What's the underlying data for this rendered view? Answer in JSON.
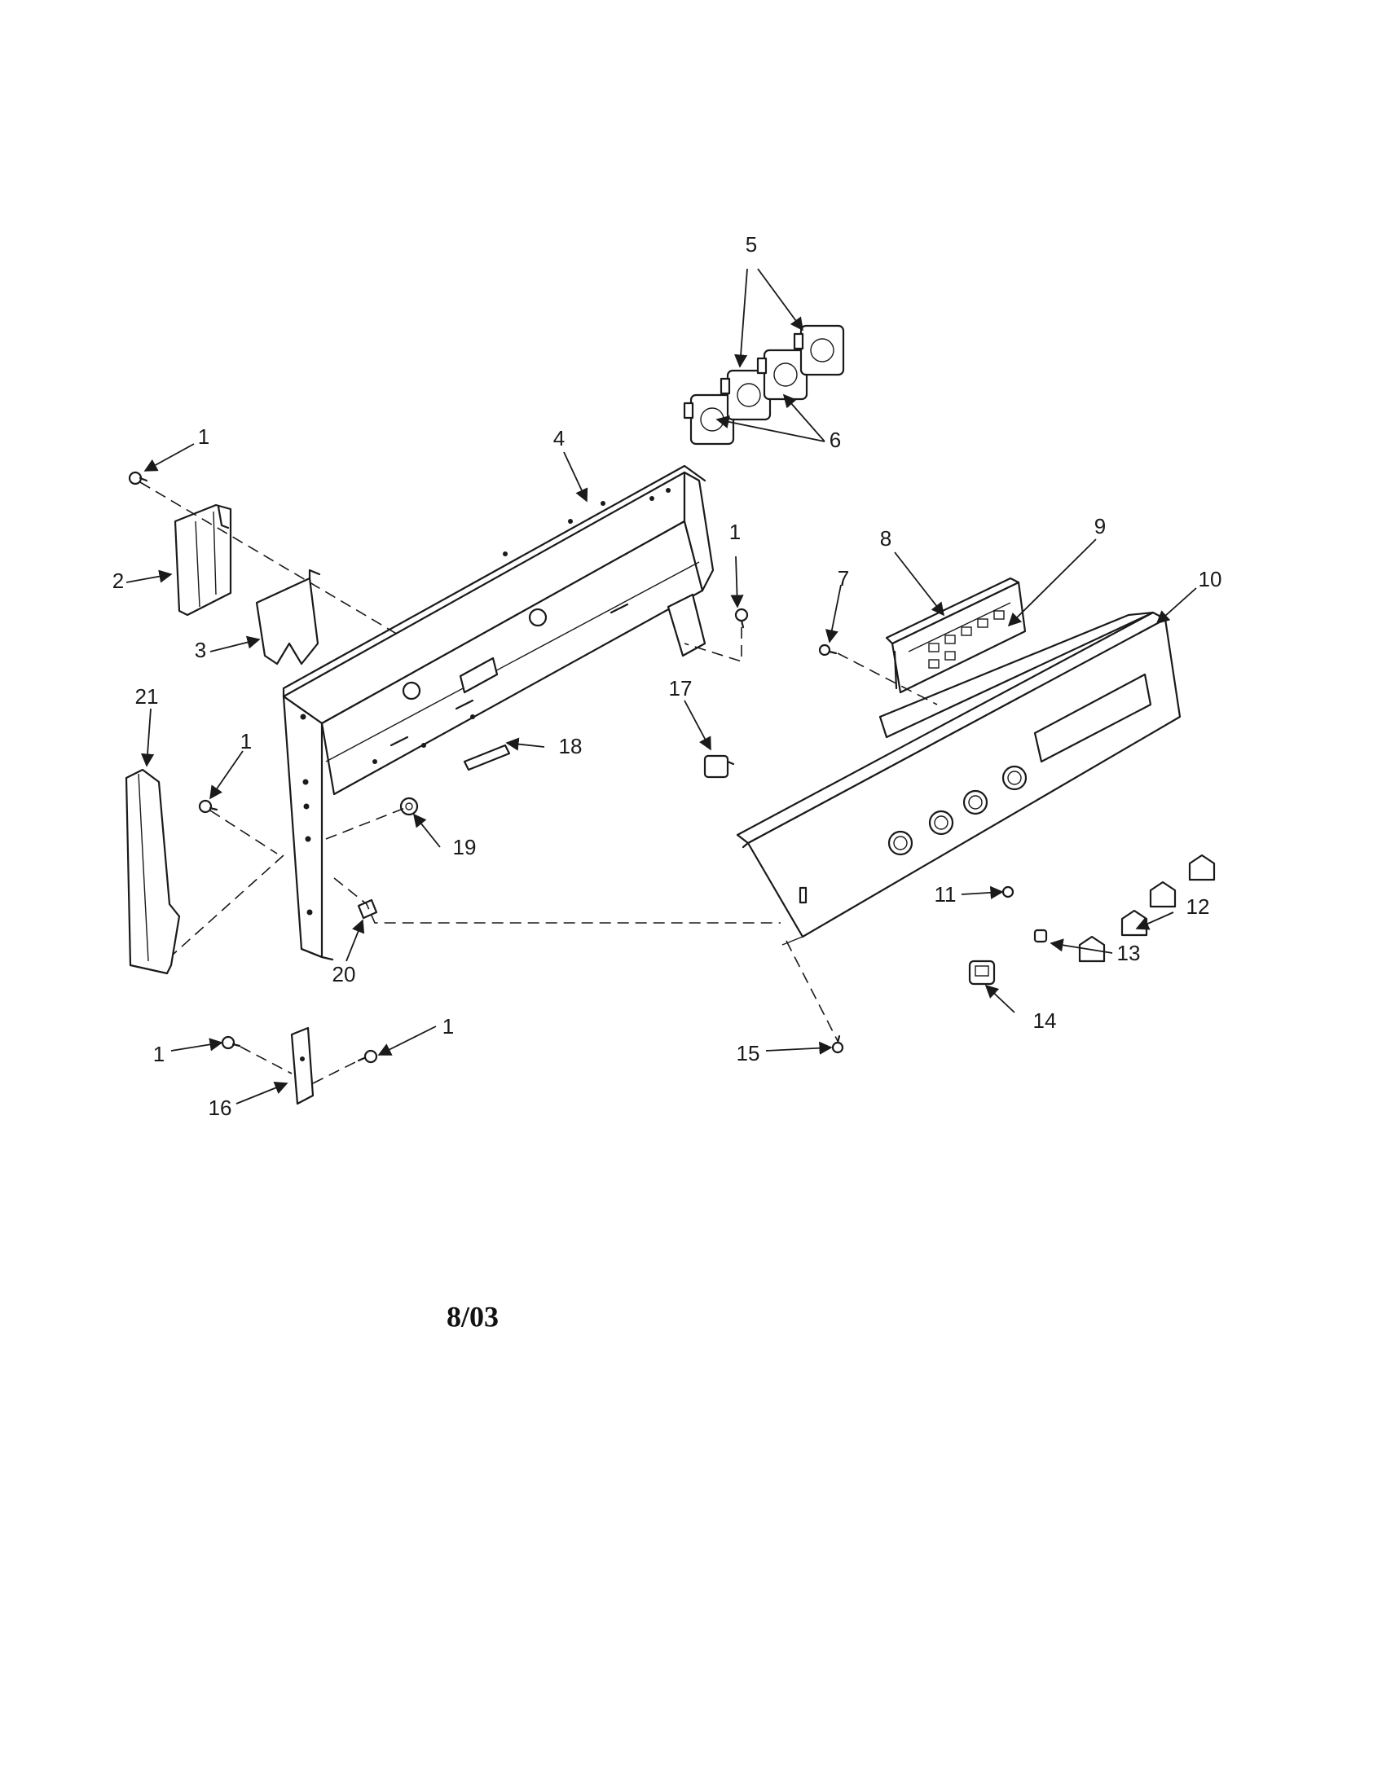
{
  "diagram": {
    "callouts": {
      "c1": "1",
      "c2": "2",
      "c3": "3",
      "c4": "4",
      "c5": "5",
      "c6": "6",
      "c7": "7",
      "c8": "8",
      "c9": "9",
      "c10": "10",
      "c11": "11",
      "c12": "12",
      "c13": "13",
      "c14": "14",
      "c15": "15",
      "c16": "16",
      "c17": "17",
      "c18": "18",
      "c19": "19",
      "c20": "20",
      "c21": "21"
    },
    "date_code": "8/03"
  }
}
